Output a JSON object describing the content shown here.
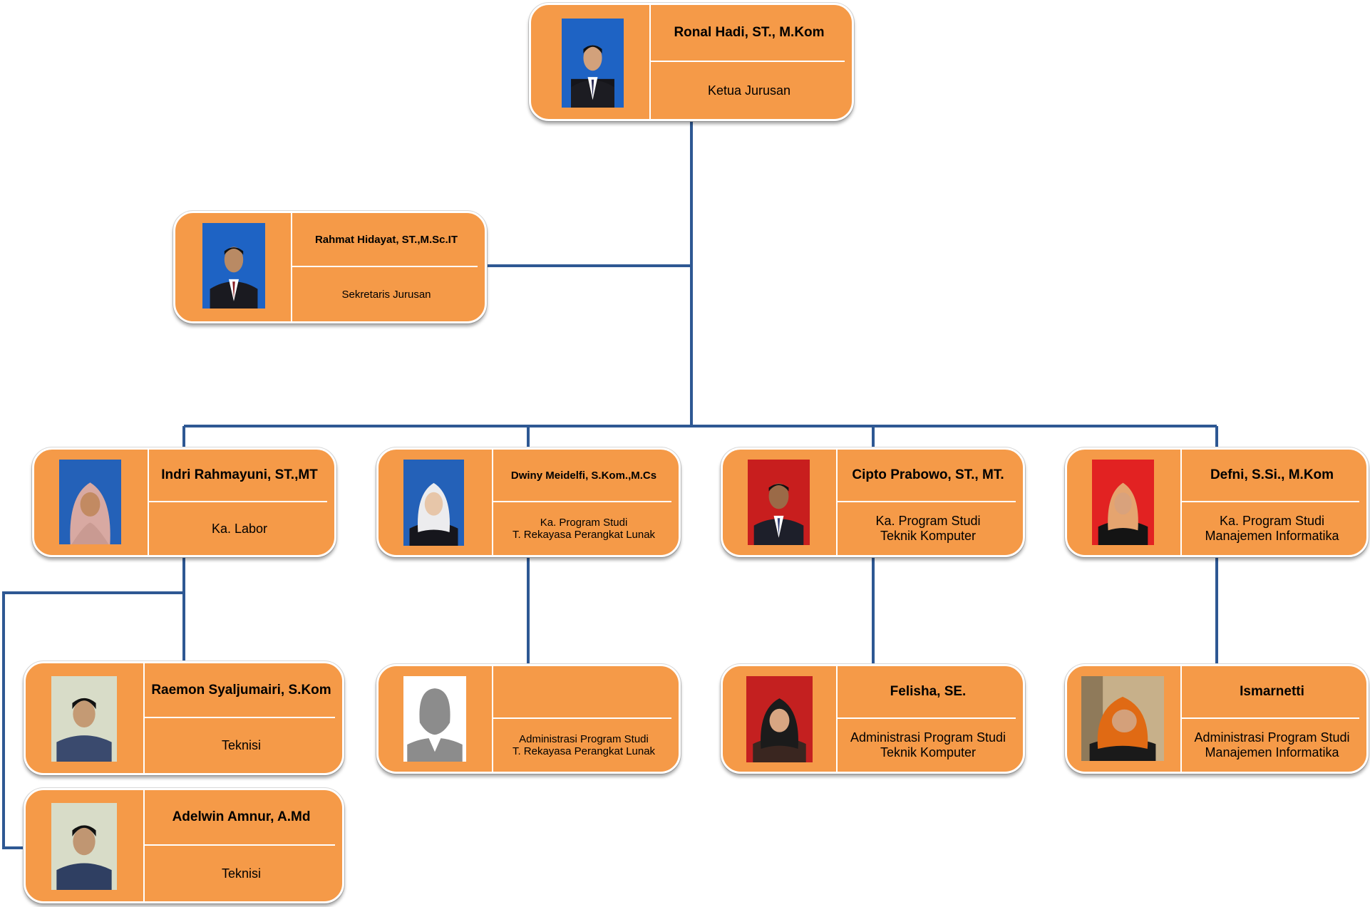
{
  "org_chart": {
    "head": {
      "name": "Ronal Hadi, ST., M.Kom",
      "role": "Ketua Jurusan",
      "photo_icon": "man-suit-blue-bg-photo"
    },
    "secretary": {
      "name": "Rahmat Hidayat, ST.,M.Sc.IT",
      "role": "Sekretaris Jurusan",
      "photo_icon": "man-suit-blue-bg-photo"
    },
    "level2": [
      {
        "name": "Indri Rahmayuni, ST.,MT",
        "role": "Ka. Labor",
        "photo_icon": "woman-hijab-blue-bg-photo"
      },
      {
        "name": "Dwiny Meidelfi, S.Kom.,M.Cs",
        "role": "Ka. Program Studi\nT. Rekayasa Perangkat Lunak",
        "photo_icon": "woman-hijab-blue-bg-photo"
      },
      {
        "name": "Cipto Prabowo, ST., MT.",
        "role": "Ka. Program Studi\nTeknik Komputer",
        "photo_icon": "man-suit-red-bg-photo"
      },
      {
        "name": "Defni, S.Si., M.Kom",
        "role": "Ka. Program Studi\nManajemen Informatika",
        "photo_icon": "woman-hijab-red-bg-photo"
      }
    ],
    "level3": [
      {
        "name": "Raemon Syaljumairi, S.Kom",
        "role": "Teknisi",
        "photo_icon": "man-uniform-photo"
      },
      {
        "name": "",
        "role": "Administrasi Program Studi\nT. Rekayasa Perangkat Lunak",
        "photo_icon": "placeholder-silhouette-icon"
      },
      {
        "name": "Felisha, SE.",
        "role": "Administrasi Program Studi\nTeknik Komputer",
        "photo_icon": "woman-hijab-red-bg-photo"
      },
      {
        "name": "Ismarnetti",
        "role": "Administrasi Program Studi\nManajemen Informatika",
        "photo_icon": "woman-hijab-orange-photo"
      }
    ],
    "level4": [
      {
        "name": "Adelwin Amnur, A.Md",
        "role": "Teknisi",
        "photo_icon": "man-uniform-photo"
      }
    ]
  },
  "colors": {
    "card_fill": "#F59A48",
    "connector": "#2E5893",
    "divider": "#FFFFFF"
  }
}
